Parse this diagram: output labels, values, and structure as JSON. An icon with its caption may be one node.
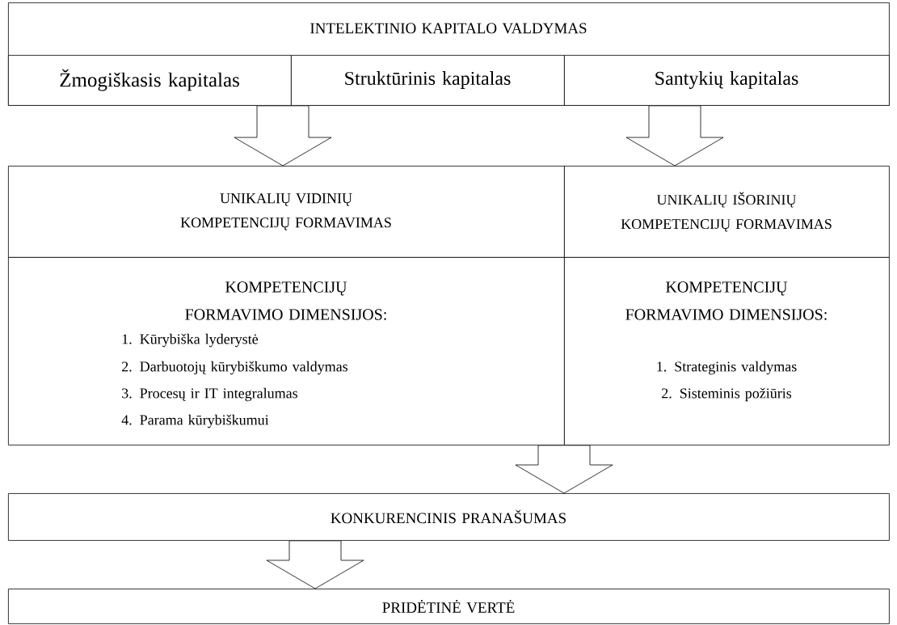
{
  "diagram": {
    "nodes": [
      {
        "text": [
          "INTELEKTINIO KAPITALO VALDYMAS"
        ]
      },
      {
        "text": [
          "Žmogiškasis kapitalas"
        ],
        "in": 0
      },
      {
        "text": [
          "Struktūrinis kapitalas"
        ],
        "in": 0
      },
      {
        "text": [
          "Santykių kapitalas"
        ],
        "in": 0
      },
      {
        "text": [
          "UNIKALIŲ VIDINIŲ KOMPETENCIJŲ FORMAVIMAS"
        ]
      },
      {
        "text": [
          "UNIKALIŲ IŠORINIŲ KOMPETENCIJŲ FORMAVIMAS"
        ]
      },
      {
        "text": [
          "KOMPETENCIJŲ FORMAVIMO DIMENSIJOS:",
          "1. Kūrybiška lyderystė",
          "2. Darbuotojų kūrybiškumo valdymas",
          "3. Procesų ir IT integralumas",
          "4. Parama kūrybiškumui"
        ]
      },
      {
        "text": [
          "KOMPETENCIJŲ FORMAVIMO DIMENSIJOS:",
          "1. Strateginis valdymas",
          "2. Sisteminis požiūris"
        ]
      },
      {
        "text": [
          "KONKURENCINIS PRANAŠUMAS"
        ]
      },
      {
        "text": [
          "PRIDĖTINĖ VERTĖ"
        ]
      }
    ],
    "edges": [
      {
        "from": 1,
        "to": 4,
        "arrow": "to"
      },
      {
        "from": 2,
        "to": 4,
        "arrow": "to"
      },
      {
        "from": 3,
        "to": 5,
        "arrow": "to"
      },
      {
        "from": 6,
        "to": 8,
        "arrow": "to"
      },
      {
        "from": 7,
        "to": 8,
        "arrow": "to"
      },
      {
        "from": 8,
        "to": 9,
        "arrow": "to"
      }
    ]
  }
}
